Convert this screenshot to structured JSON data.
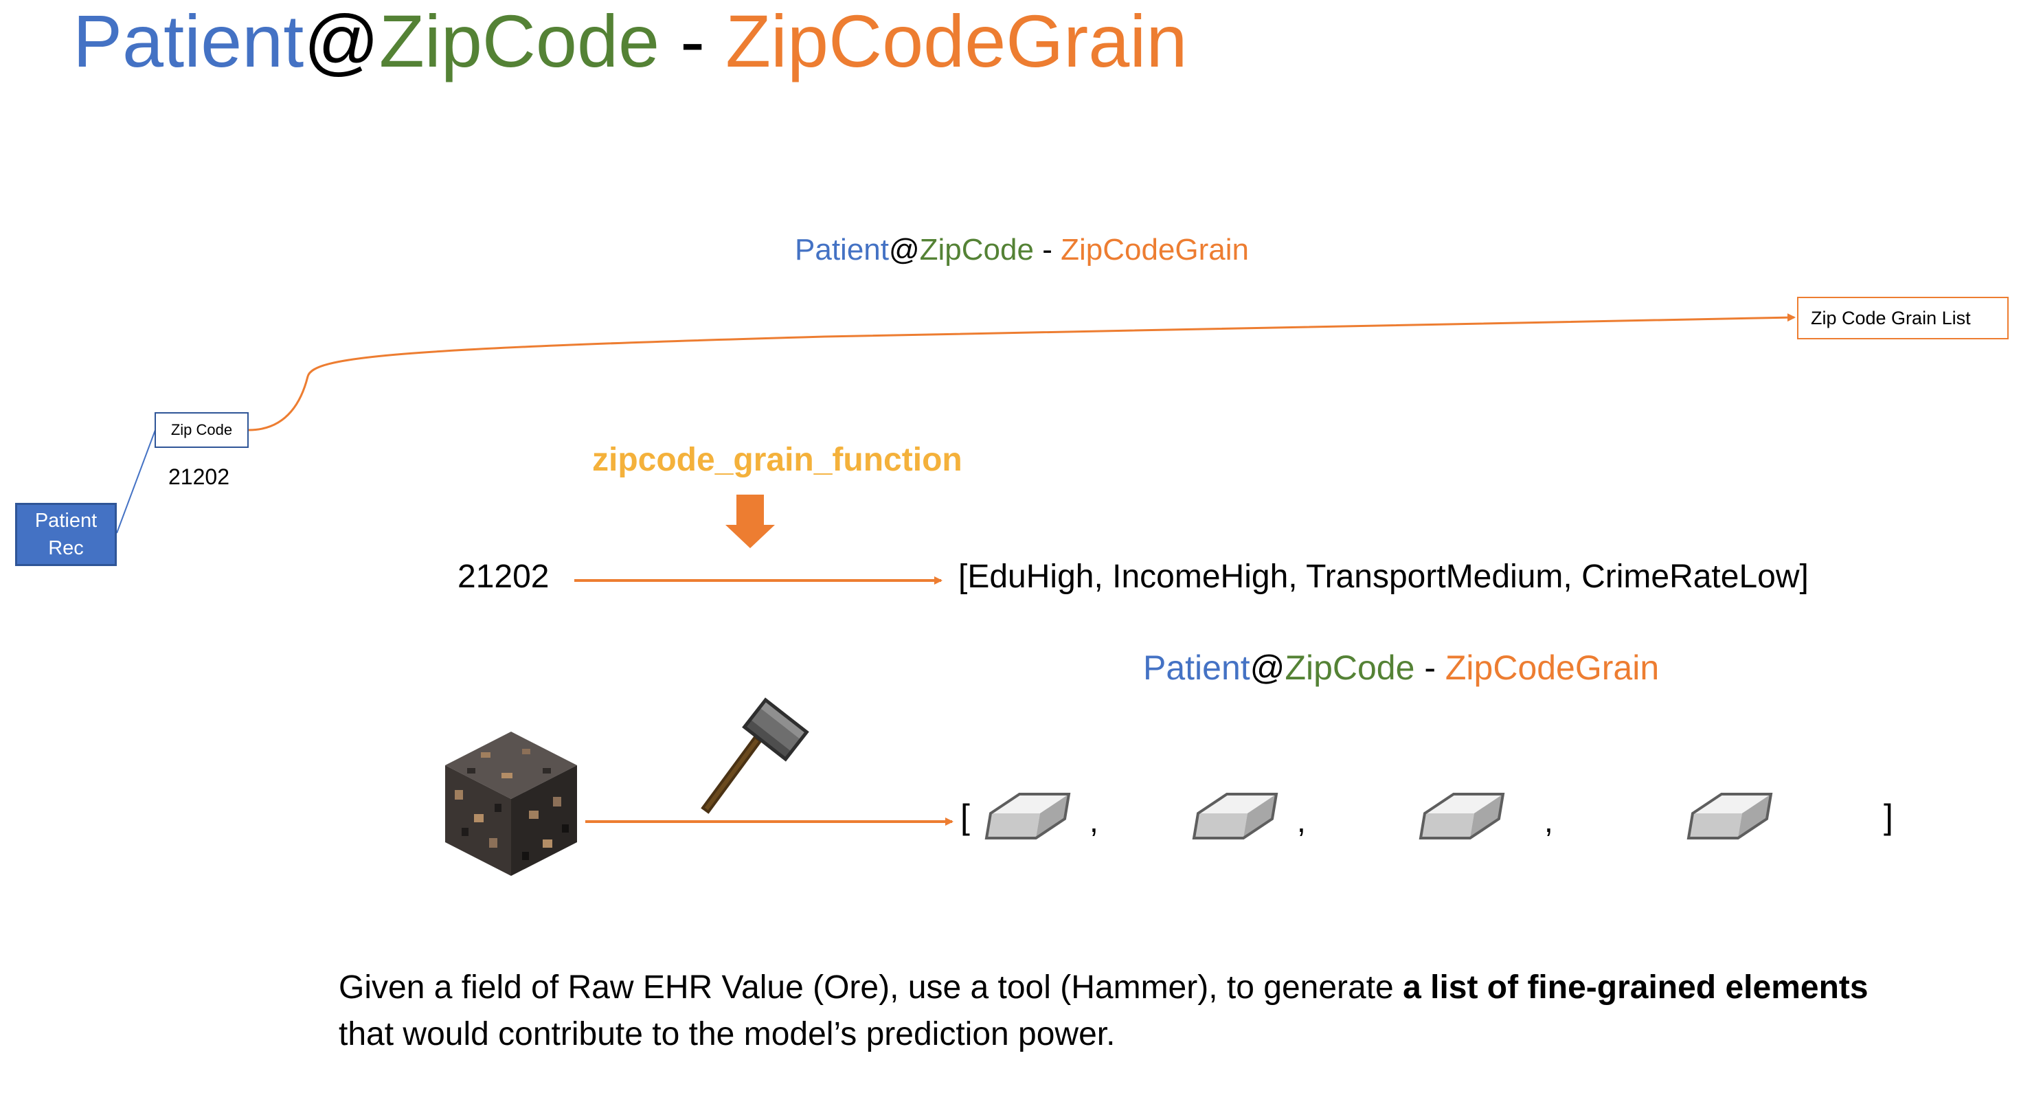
{
  "title": {
    "part1": "Patient",
    "part2": "@",
    "part3": "ZipCode",
    "part4": " - ",
    "part5": "ZipCodeGrain"
  },
  "subtitle_top": {
    "part1": "Patient",
    "part2": "@",
    "part3": "ZipCode",
    "part4": " - ",
    "part5": "ZipCodeGrain"
  },
  "subtitle_mid": {
    "part1": "Patient",
    "part2": "@",
    "part3": "ZipCode",
    "part4": " - ",
    "part5": "ZipCodeGrain"
  },
  "boxes": {
    "zip_code": "Zip Code",
    "zip_code_grain_list": "Zip Code Grain List",
    "patient_rec_line1": "Patient",
    "patient_rec_line2": "Rec"
  },
  "zip_value_small": "21202",
  "zip_value_big": "21202",
  "function_label": "zipcode_grain_function",
  "grain_list": "[EduHigh, IncomeHigh, TransportMedium, CrimeRateLow]",
  "ingot_list": {
    "open": "[",
    "close": "]",
    "separator": ","
  },
  "caption": {
    "regular": "Given a field of Raw EHR Value (Ore), use a tool (Hammer), to generate ",
    "bold": "a list of fine-grained elements",
    "line2": "that would contribute to the model’s prediction power."
  },
  "icons": {
    "ore": "ore-block-icon",
    "hammer": "hammer-icon",
    "ingot": "iron-ingot-icon"
  },
  "colors": {
    "blue": "#4472C4",
    "green": "#548235",
    "orange": "#ED7D31",
    "yellow": "#F4B13B"
  }
}
